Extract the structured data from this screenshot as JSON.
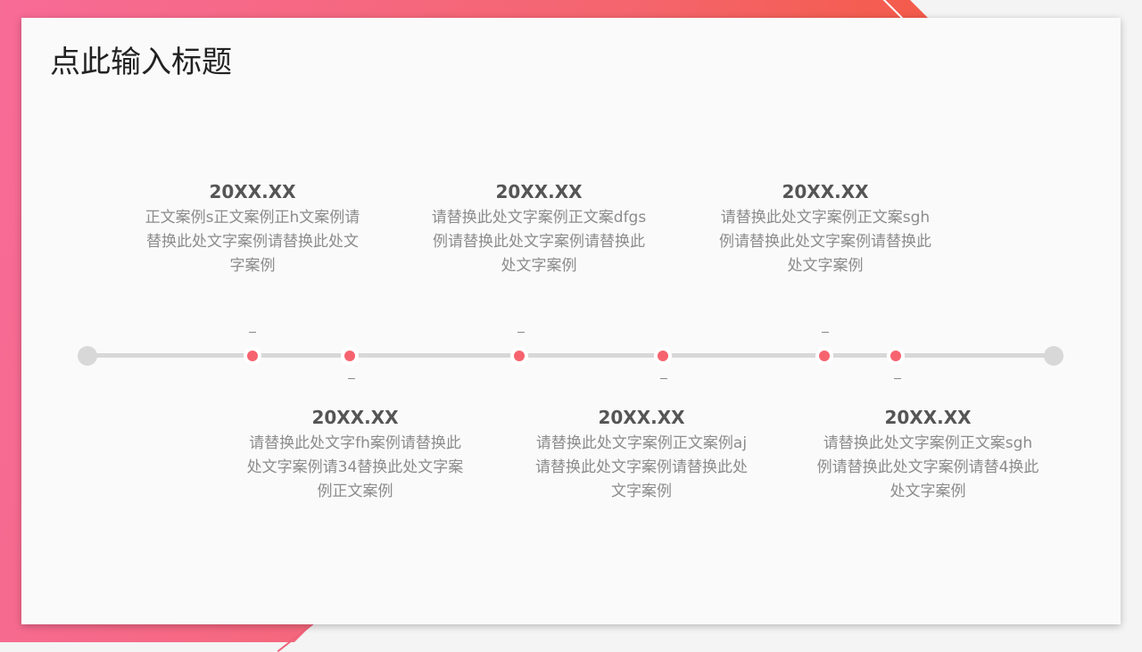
{
  "title": "点此输入标题",
  "events": [
    {
      "date": "20XX.XX",
      "text": "正文案例s正文案例正h文案例请替换此处文字案例请替换此处文字案例"
    },
    {
      "date": "20XX.XX",
      "text": "请替换此处文字fh案例请替换此处文字案例请34替换此处文字案例正文案例"
    },
    {
      "date": "20XX.XX",
      "text": "请替换此处文字案例正文案dfgs例请替换此处文字案例请替换此处文字案例"
    },
    {
      "date": "20XX.XX",
      "text": "请替换此处文字案例正文案例aj请替换此处文字案例请替换此处文字案例"
    },
    {
      "date": "20XX.XX",
      "text": "请替换此处文字案例正文案sgh例请替换此处文字案例请替换此处文字案例"
    },
    {
      "date": "20XX.XX",
      "text": "请替换此处文字案例正文案sgh例请替换此处文字案例请替4换此处文字案例"
    }
  ],
  "accent": "#f6636f"
}
